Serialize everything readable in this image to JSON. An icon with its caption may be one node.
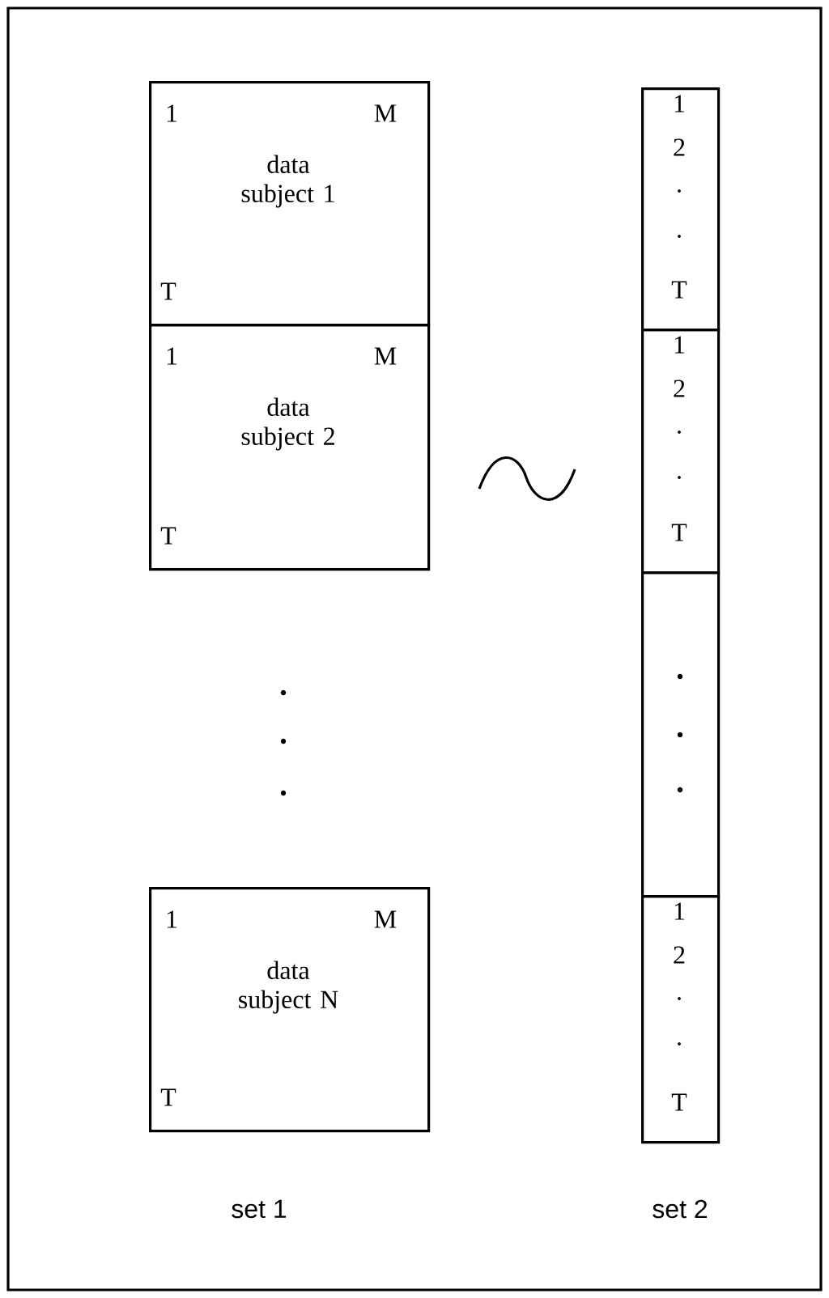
{
  "diagram": {
    "nodes": [
      {
        "text": [
          "1",
          "M",
          "data subject 1",
          "T"
        ]
      },
      {
        "text": [
          "1",
          "M",
          "data subject 2",
          "T"
        ]
      },
      {
        "text": [
          "1",
          "M",
          "data subject N",
          "T"
        ]
      },
      {
        "text": [
          "1",
          "2",
          ".",
          ".",
          "T"
        ]
      },
      {
        "text": [
          "1",
          "2",
          ".",
          ".",
          "T"
        ]
      },
      {
        "text": [],
        "shape": "box"
      },
      {
        "text": [
          "1",
          "2",
          ".",
          ".",
          "T"
        ]
      }
    ],
    "labels": [
      "set 1",
      "set 2"
    ]
  }
}
